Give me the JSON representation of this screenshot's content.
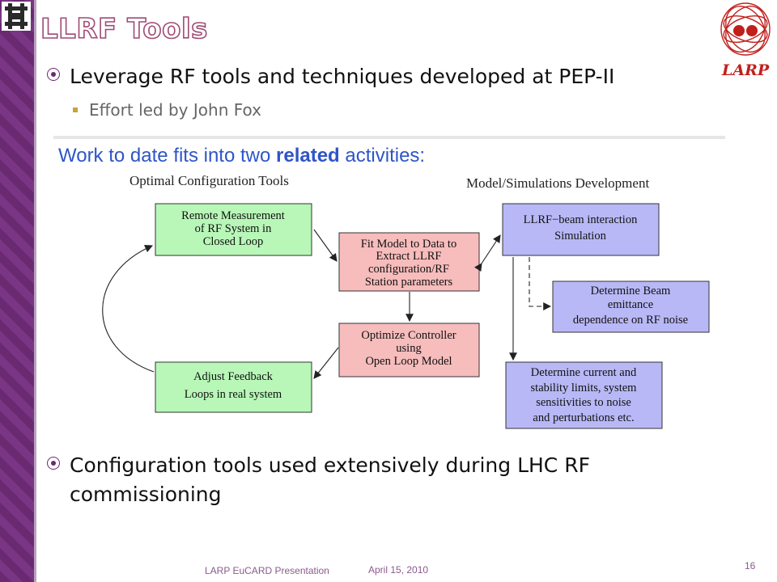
{
  "slide": {
    "title": "LLRF Tools",
    "logo_text": "LARP",
    "bullets": {
      "b1": "Leverage RF tools and techniques developed at PEP-II",
      "b2": "Effort led by John Fox",
      "b3_line1": "Configuration tools used extensively during LHC RF",
      "b3_line2": "commissioning"
    },
    "footer": {
      "presentation": "LARP EuCARD Presentation",
      "date": "April 15, 2010",
      "page_number": "16"
    }
  },
  "diagram": {
    "heading_pre": "Work to date fits into two ",
    "heading_bold": "related",
    "heading_post": " activities:",
    "left_column_title": "Optimal Configuration Tools",
    "right_column_title": "Model/Simulations Development",
    "boxes": {
      "remote": [
        "Remote Measurement",
        "of RF System in",
        "Closed Loop"
      ],
      "fit": [
        "Fit Model to Data to",
        "Extract LLRF",
        "configuration/RF",
        "Station parameters"
      ],
      "optimize": [
        "Optimize Controller",
        "using",
        "Open Loop Model"
      ],
      "adjust": [
        "Adjust Feedback",
        "Loops in real system"
      ],
      "llrf": [
        "LLRF−beam interaction",
        "Simulation"
      ],
      "beam": [
        "Determine Beam",
        "emittance",
        "dependence on RF noise"
      ],
      "current": [
        "Determine current and",
        "stability limits, system",
        "sensitivities to noise",
        "and perturbations etc."
      ]
    },
    "colors": {
      "green_box": "#b8f7b8",
      "pink_box": "#f7bcbc",
      "blue_box": "#b8b8f7",
      "heading_blue": "#2f55c8",
      "accent_purple": "#6a2a72",
      "larp_red": "#c0201c"
    }
  }
}
